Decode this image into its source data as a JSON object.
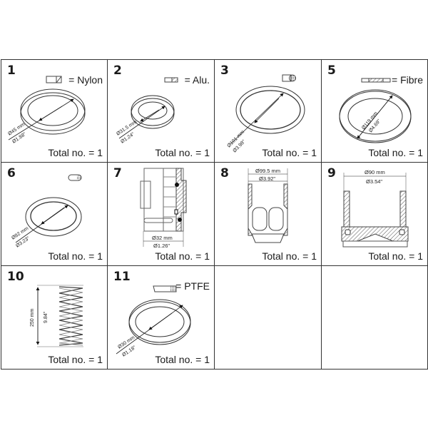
{
  "cells": [
    {
      "number": "1",
      "material": "= Nylon",
      "dim_mm": "Ø45 mm",
      "dim_in": "Ø1.88\"",
      "total": "Total no. = 1"
    },
    {
      "number": "2",
      "material": "= Alu.",
      "dim_mm": "Ø31.5 mm",
      "dim_in": "Ø1.24\"",
      "total": "Total no. = 1"
    },
    {
      "number": "3",
      "dim_mm": "Ø101 mm",
      "dim_in": "Ø3.98\"",
      "total": "Total no. = 1"
    },
    {
      "number": "5",
      "material": "= Fibre",
      "dim_mm": "Ø119 mm",
      "dim_in": "Ø4.69\"",
      "total": "Total no. = 1"
    },
    {
      "number": "6",
      "dim_mm": "Ø82 mm",
      "dim_in": "Ø3.23\"",
      "total": "Total no. = 1"
    },
    {
      "number": "7",
      "dim_mm": "Ø32 mm",
      "dim_in": "Ø1.26\"",
      "total": "Total no. = 1"
    },
    {
      "number": "8",
      "dim_mm": "Ø99.5 mm",
      "dim_in": "Ø3.92\"",
      "total": "Total no. = 1"
    },
    {
      "number": "9",
      "dim_mm": "Ø90 mm",
      "dim_in": "Ø3.54\"",
      "total": "Total no. = 1"
    },
    {
      "number": "10",
      "dim_mm": "250 mm",
      "dim_in": "9.84\"",
      "total": "Total no. = 1"
    },
    {
      "number": "11",
      "material": "= PTFE",
      "dim_mm": "Ø30 mm",
      "dim_in": "Ø1.18\"",
      "total": "Total no. = 1"
    }
  ]
}
